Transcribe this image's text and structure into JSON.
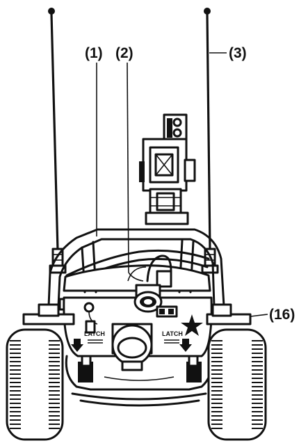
{
  "callouts": [
    {
      "id": "c1",
      "text": "(1)"
    },
    {
      "id": "c2",
      "text": "(2)"
    },
    {
      "id": "c3",
      "text": "(3)"
    },
    {
      "id": "c16",
      "text": "(16)"
    }
  ],
  "panel_labels": {
    "left": "LATCH",
    "right": "LATCH"
  },
  "colors": {
    "ink": "#111111",
    "paper": "#ffffff"
  },
  "icons": [
    "star-icon",
    "down-arrow-icon"
  ]
}
